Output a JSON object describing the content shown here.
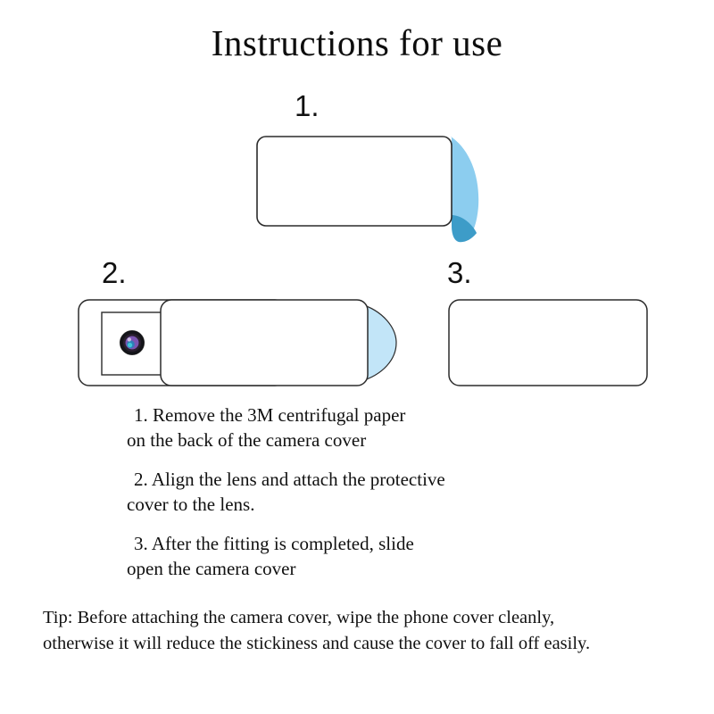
{
  "title": "Instructions for use",
  "steps": [
    {
      "number": "1.",
      "figure": "cover-with-peeling-3m-paper"
    },
    {
      "number": "2.",
      "figure": "cover-aligned-over-camera-lens"
    },
    {
      "number": "3.",
      "figure": "cover-closed-plain"
    }
  ],
  "instructions": [
    {
      "line1": "1. Remove the 3M centrifugal paper",
      "line2": "on the back of the camera cover"
    },
    {
      "line1": "2. Align the lens and attach the protective",
      "line2": "cover to the lens."
    },
    {
      "line1": "3. After the fitting is completed, slide",
      "line2": "open the camera cover"
    }
  ],
  "tip": {
    "line1": "Tip: Before attaching the camera cover, wipe the phone cover cleanly,",
    "line2": "otherwise it will reduce the stickiness and cause the cover to fall off easily."
  },
  "colors": {
    "outline": "#2b2b2b",
    "paper_light_blue": "#8ccdef",
    "paper_dark_blue": "#3d9cc8",
    "tab_pale_blue": "#c2e5f8",
    "lens_ring": "#1d1d22",
    "lens_iris": "#6b4a9e",
    "lens_glint": "#3fc6d8",
    "background": "#ffffff",
    "text": "#111111"
  }
}
